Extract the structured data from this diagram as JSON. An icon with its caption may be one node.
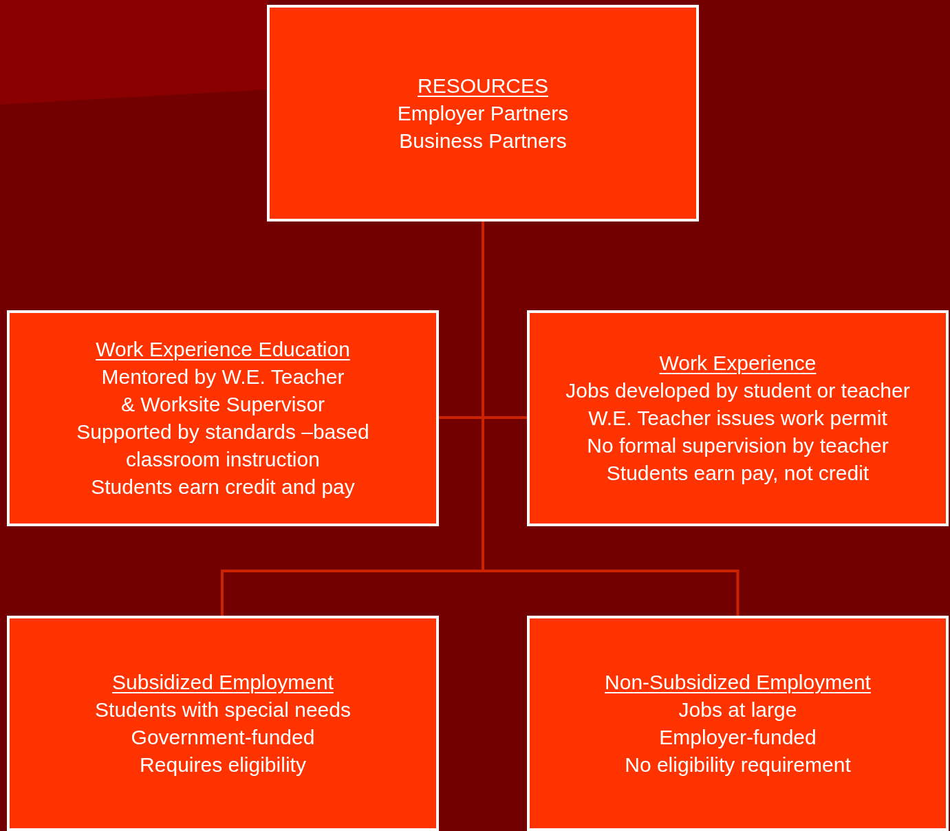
{
  "diagram": {
    "nodes": [
      {
        "text": [
          "RESOURCES",
          "Employer Partners",
          "Business Partners"
        ]
      },
      {
        "text": [
          "Work Experience Education",
          "Mentored by W.E. Teacher",
          "& Worksite Supervisor",
          "Supported by standards –based classroom instruction",
          "Students earn credit and pay"
        ]
      },
      {
        "text": [
          "Work Experience",
          "Jobs developed by student or teacher",
          "W.E. Teacher issues work permit",
          "No formal supervision by teacher",
          "Students earn pay, not credit"
        ]
      },
      {
        "text": [
          "Subsidized Employment",
          "Students with special needs",
          "Government-funded",
          "Requires eligibility"
        ]
      },
      {
        "text": [
          "Non-Subsidized Employment",
          "Jobs at large",
          "Employer-funded",
          "No eligibility requirement"
        ]
      }
    ],
    "edges": [
      {
        "from": 0,
        "to": 1,
        "arrow": "none"
      },
      {
        "from": 0,
        "to": 2,
        "arrow": "none"
      },
      {
        "from": 0,
        "to": 3,
        "arrow": "none"
      },
      {
        "from": 0,
        "to": 4,
        "arrow": "none"
      }
    ]
  }
}
